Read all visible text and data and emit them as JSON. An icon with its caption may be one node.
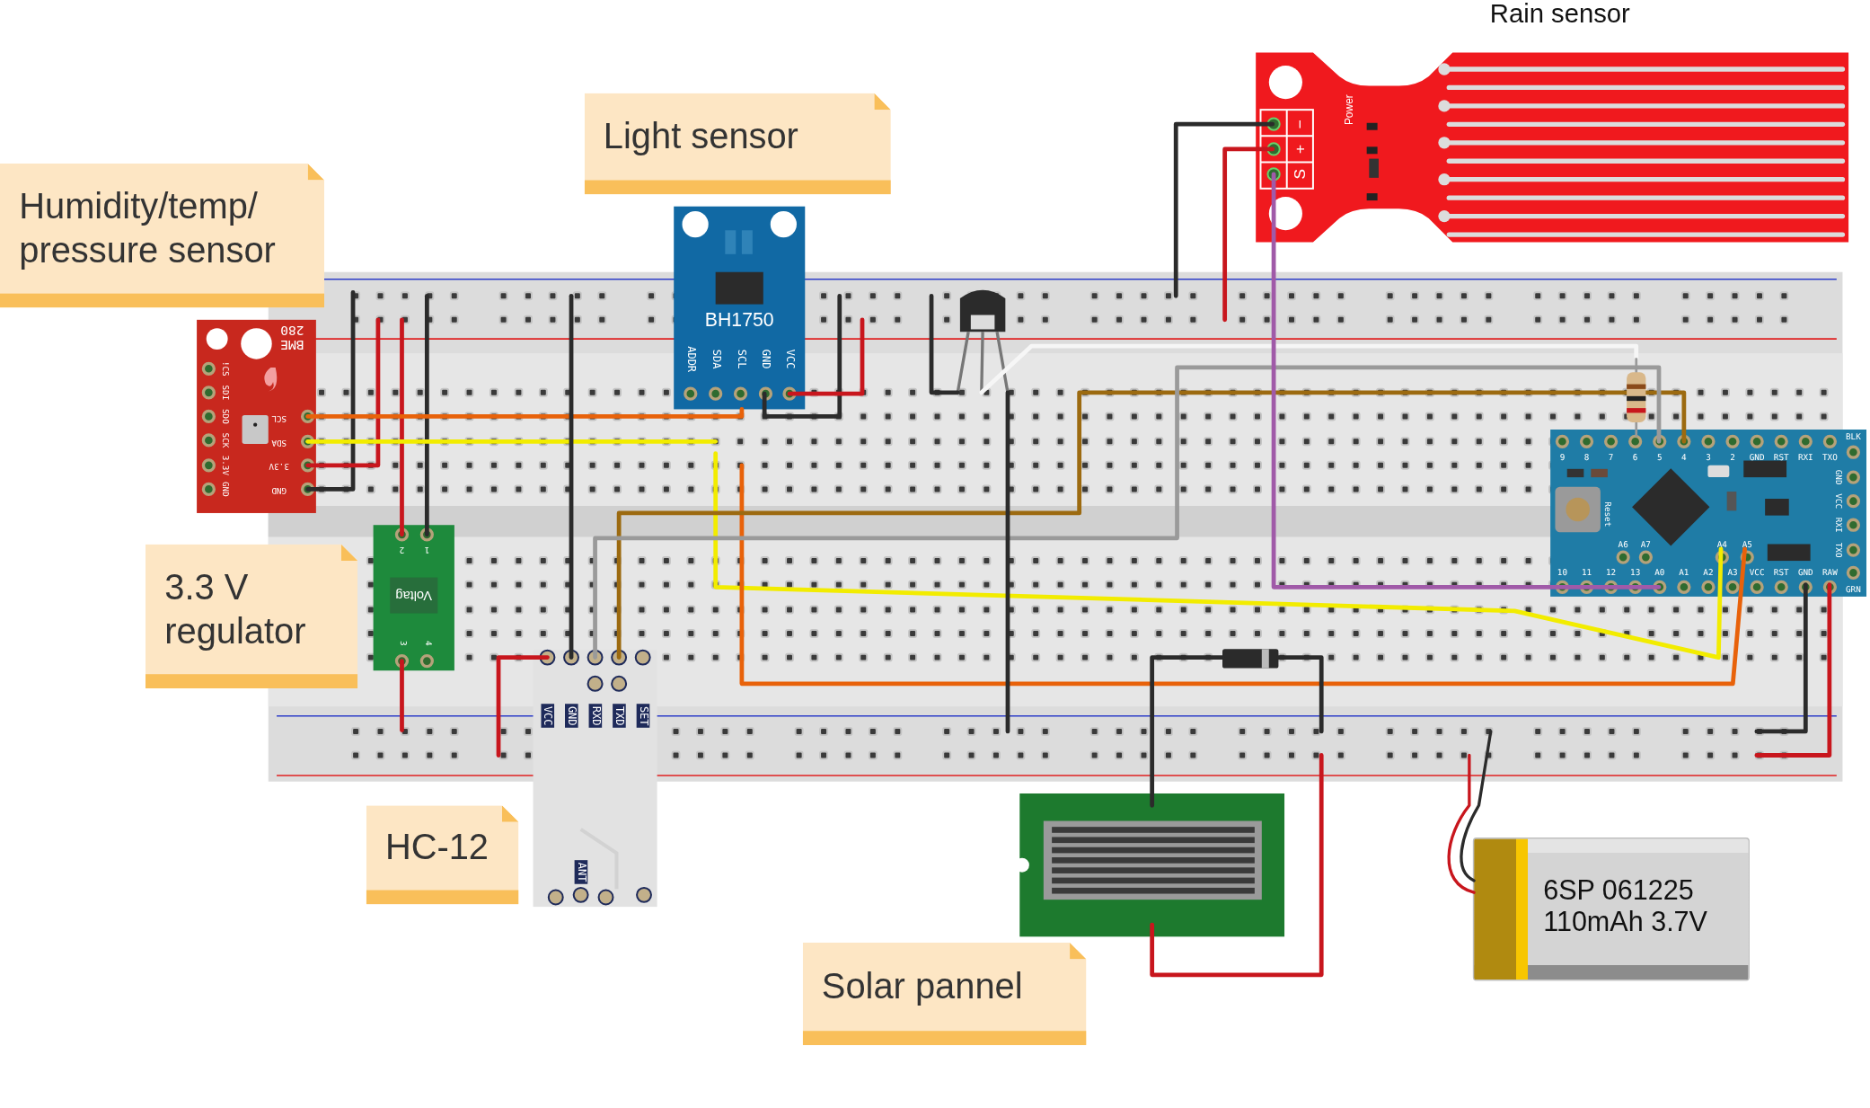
{
  "diagram": {
    "nodes": [
      {
        "text": [
          "Light sensor"
        ]
      },
      {
        "text": [
          "Humidity/temp/ pressure sensor"
        ]
      },
      {
        "text": [
          "BH1750",
          "ADDR",
          "SDA",
          "SCL",
          "GND",
          "VCC"
        ]
      },
      {
        "text": [
          "BME 280",
          "!CS",
          "SDI",
          "SDO",
          "SCK",
          "3.3V",
          "GND",
          "SCL",
          "SDA",
          "3.3V",
          "GND"
        ]
      },
      {
        "text": [
          "Rain sensor",
          "Power",
          "−",
          "+",
          "S"
        ]
      },
      {
        "text": [
          "9",
          "8",
          "7",
          "6",
          "5",
          "4",
          "3",
          "2",
          "GND",
          "RST",
          "RXI",
          "TXO",
          "BLK",
          "GND",
          "VCC",
          "RXI",
          "TXO",
          "GRN",
          "Reset",
          "A6",
          "A7",
          "A4",
          "A5",
          "10",
          "11",
          "12",
          "13",
          "A0",
          "A1",
          "A2",
          "A3",
          "VCC",
          "RST",
          "GND",
          "RAW"
        ]
      },
      {
        "text": [
          "3.3 V regulator"
        ]
      },
      {
        "text": [
          "Voltag",
          "2",
          "1",
          "3",
          "4"
        ]
      },
      {
        "text": [
          "VCC",
          "GND",
          "RXD",
          "TXD",
          "SET",
          "ANT"
        ]
      },
      {
        "text": [
          "HC-12"
        ]
      },
      {
        "text": [
          "Solar pannel"
        ]
      },
      {
        "text": [
          "6SP 061225 110mAh 3.7V"
        ]
      },
      {
        "text": [],
        "shape": "picture"
      },
      {
        "text": [],
        "shape": "picture"
      },
      {
        "text": [],
        "shape": "picture"
      },
      {
        "text": [],
        "shape": "picture"
      }
    ],
    "edges": [
      {
        "from": null,
        "to": 3,
        "arrow": "none"
      },
      {
        "from": null,
        "to": 3,
        "arrow": "none",
        "color": "#c8161d"
      },
      {
        "from": null,
        "to": 7,
        "arrow": "none",
        "color": "#c8161d"
      },
      {
        "from": 7,
        "to": null,
        "arrow": "none",
        "color": "#c8161d"
      },
      {
        "from": null,
        "to": 7,
        "arrow": "none"
      },
      {
        "from": 3,
        "to": 2,
        "arrow": "none",
        "color": "#e8620a"
      },
      {
        "from": 3,
        "to": null,
        "arrow": "none",
        "color": "#f2ec00"
      },
      {
        "from": null,
        "to": 8,
        "arrow": "none"
      },
      {
        "from": null,
        "to": 5,
        "arrow": "none",
        "color": "#f2ec00"
      },
      {
        "from": null,
        "to": 5,
        "arrow": "none",
        "color": "#e8620a"
      },
      {
        "from": 8,
        "to": 5,
        "arrow": "none",
        "color": "#9c6a10"
      },
      {
        "from": 8,
        "to": 5,
        "arrow": "none",
        "color": "#9a9a9a"
      },
      {
        "from": null,
        "to": 8,
        "arrow": "none",
        "color": "#c8161d"
      },
      {
        "from": 2,
        "to": null,
        "arrow": "none"
      },
      {
        "from": 2,
        "to": null,
        "arrow": "none",
        "color": "#c8161d"
      },
      {
        "from": null,
        "to": 12,
        "arrow": "none"
      },
      {
        "from": 12,
        "to": 13,
        "arrow": "none",
        "color": "#f6f6f6"
      },
      {
        "from": 12,
        "to": null,
        "arrow": "none"
      },
      {
        "from": null,
        "to": 4,
        "arrow": "none"
      },
      {
        "from": null,
        "to": 4,
        "arrow": "none",
        "color": "#c8161d"
      },
      {
        "from": 4,
        "to": 5,
        "arrow": "none",
        "color": "#a05aa8"
      },
      {
        "from": 15,
        "to": 14,
        "arrow": "none"
      },
      {
        "from": 14,
        "to": null,
        "arrow": "none"
      },
      {
        "from": 15,
        "to": null,
        "arrow": "none",
        "color": "#c8161d"
      },
      {
        "from": 5,
        "to": null,
        "arrow": "none"
      },
      {
        "from": 5,
        "to": null,
        "arrow": "none",
        "color": "#c8161d"
      },
      {
        "from": 11,
        "to": null,
        "arrow": "none",
        "color": "#c8161d"
      },
      {
        "from": 11,
        "to": null,
        "arrow": "none"
      }
    ]
  }
}
